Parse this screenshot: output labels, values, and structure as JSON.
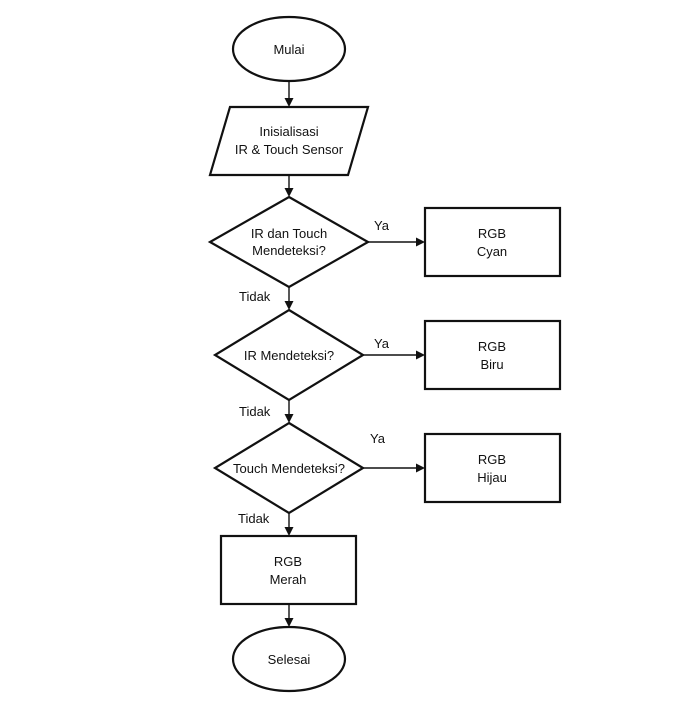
{
  "nodes": {
    "start": {
      "label": "Mulai"
    },
    "init": {
      "line1": "Inisialisasi",
      "line2": "IR & Touch Sensor"
    },
    "decision1": {
      "line1": "IR dan Touch",
      "line2": "Mendeteksi?"
    },
    "decision2": {
      "label": "IR Mendeteksi?"
    },
    "decision3": {
      "label": "Touch Mendeteksi?"
    },
    "cyan": {
      "line1": "RGB",
      "line2": "Cyan"
    },
    "biru": {
      "line1": "RGB",
      "line2": "Biru"
    },
    "hijau": {
      "line1": "RGB",
      "line2": "Hijau"
    },
    "merah": {
      "line1": "RGB",
      "line2": "Merah"
    },
    "end": {
      "label": "Selesai"
    }
  },
  "edges": {
    "ya1": "Ya",
    "ya2": "Ya",
    "ya3": "Ya",
    "tidak1": "Tidak",
    "tidak2": "Tidak",
    "tidak3": "Tidak"
  }
}
